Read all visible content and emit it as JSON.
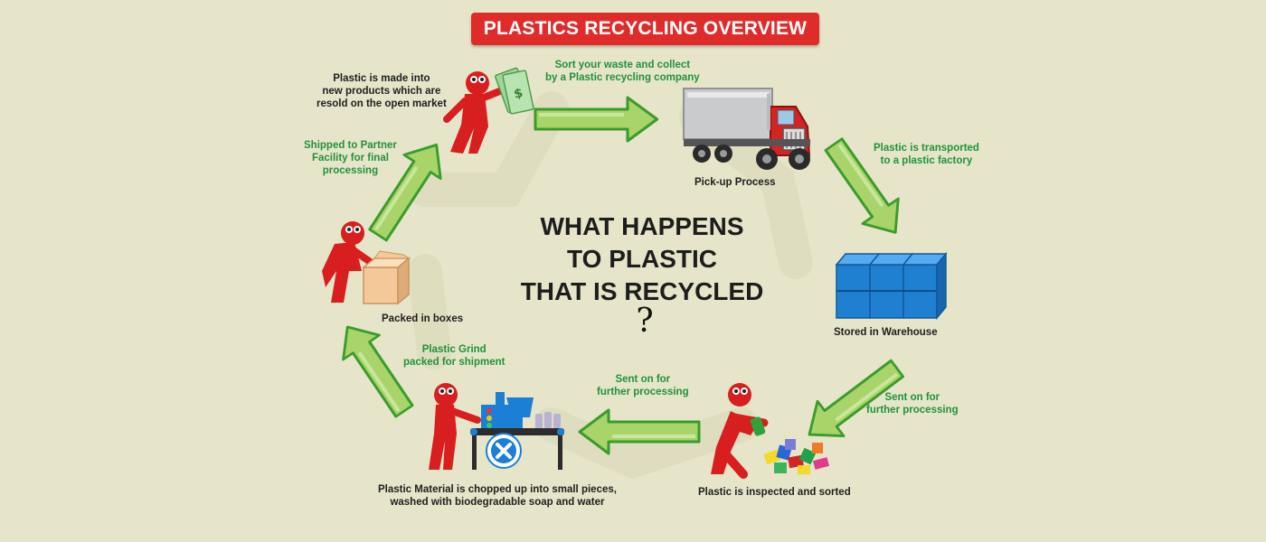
{
  "title": "PLASTICS RECYCLING OVERVIEW",
  "center_question": {
    "line1": "WHAT HAPPENS",
    "line2": "TO PLASTIC",
    "line3": "THAT IS RECYCLED",
    "mark": "?"
  },
  "stages": {
    "pickup": "Pick-up Process",
    "warehouse": "Stored in Warehouse",
    "inspected": "Plastic is inspected and sorted",
    "chopped": [
      "Plastic Material is chopped up into small pieces,",
      "washed with biodegradable soap and water"
    ],
    "boxes": "Packed in boxes",
    "new_products": [
      "Plastic is made into",
      "new products which are",
      "resold on the open market"
    ]
  },
  "transitions": {
    "sort_collect": [
      "Sort your waste and collect",
      "by a Plastic recycling company"
    ],
    "transported": [
      "Plastic is transported",
      "to a plastic factory"
    ],
    "sent_on_right": [
      "Sent on for",
      "further processing"
    ],
    "sent_on_middle": [
      "Sent on for",
      "further processing"
    ],
    "grind": [
      "Plastic Grind",
      "packed for shipment"
    ],
    "shipped": [
      "Shipped to Partner",
      "Facility for final",
      "processing"
    ]
  },
  "colors": {
    "background": "#e6e5ca",
    "banner": "#e02b2b",
    "arrow_fill": "#a8d46a",
    "arrow_stroke": "#3b9b2c",
    "person": "#d81e1e",
    "label_green": "#21923a",
    "label_dark": "#1e1e1e",
    "warehouse_blue": "#1f7fd0"
  }
}
